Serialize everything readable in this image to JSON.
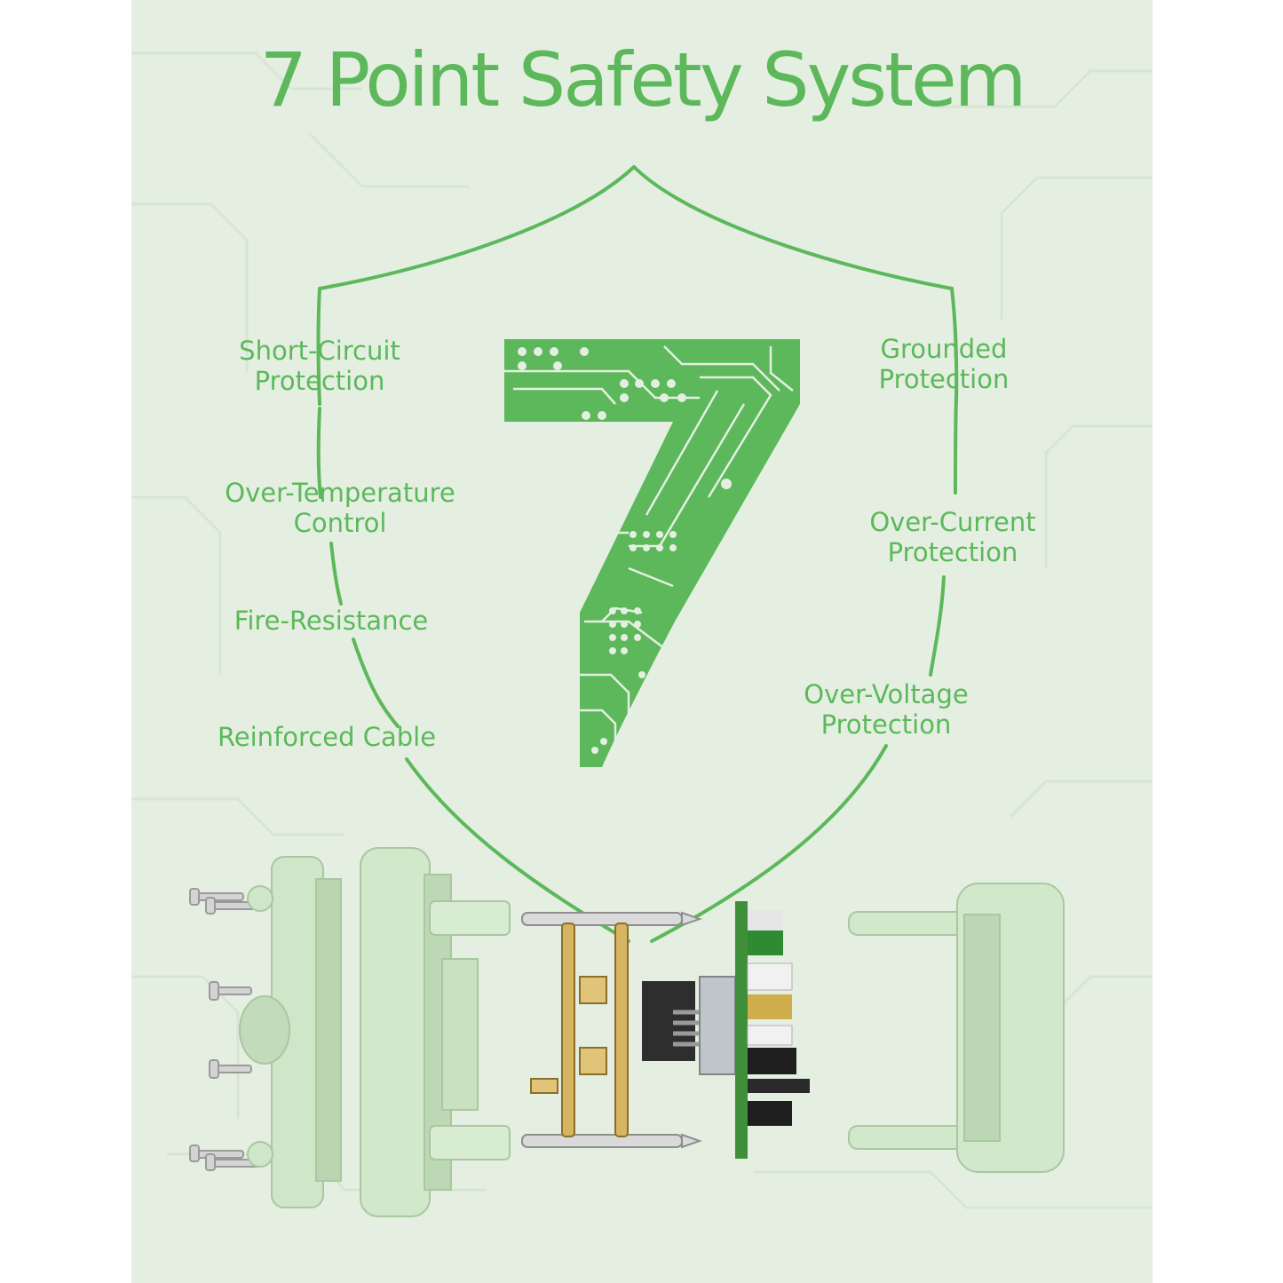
{
  "title": "7 Point Safety System",
  "features": {
    "short_circuit": "Short-Circuit\nProtection",
    "over_temperature": "Over-Temperature\nControl",
    "fire_resistance": "Fire-Resistance",
    "reinforced_cable": "Reinforced Cable",
    "grounded": "Grounded\nProtection",
    "over_current": "Over-Current\nProtection",
    "over_voltage": "Over-Voltage\nProtection"
  },
  "colors": {
    "accent_green": "#5cb85a",
    "background": "#e4efe2",
    "device_body": "#cfe6c8"
  },
  "icons": {
    "emblem": "seven-circuit-icon",
    "shield": "shield-outline-icon",
    "product": "exploded-plug-adapter-icon"
  }
}
